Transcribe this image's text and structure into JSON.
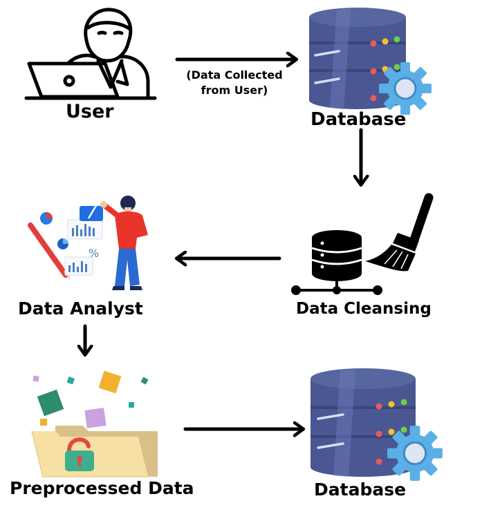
{
  "nodes": {
    "user": {
      "label": "User"
    },
    "database_top": {
      "label": "Database"
    },
    "data_analyst": {
      "label": "Data Analyst"
    },
    "data_cleansing": {
      "label": "Data Cleansing"
    },
    "preprocessed_data": {
      "label": "Preprocessed Data"
    },
    "database_bottom": {
      "label": "Database"
    }
  },
  "edges": {
    "user_to_database": {
      "label_line1": "(Data Collected",
      "label_line2": "from User)"
    }
  },
  "analyst_chart_text": {
    "percent_glyph": "%"
  },
  "colors": {
    "database_body": "#4a5792",
    "database_stripe": "#6a77b4",
    "gear": "#5ab0e6",
    "analyst_shirt": "#e8342a",
    "analyst_pants": "#2a6ad1",
    "folder": "#f6e0a4",
    "folder_back": "#d9c08a",
    "lock": "#3fae8e",
    "lock_shackle": "#e7473c"
  }
}
